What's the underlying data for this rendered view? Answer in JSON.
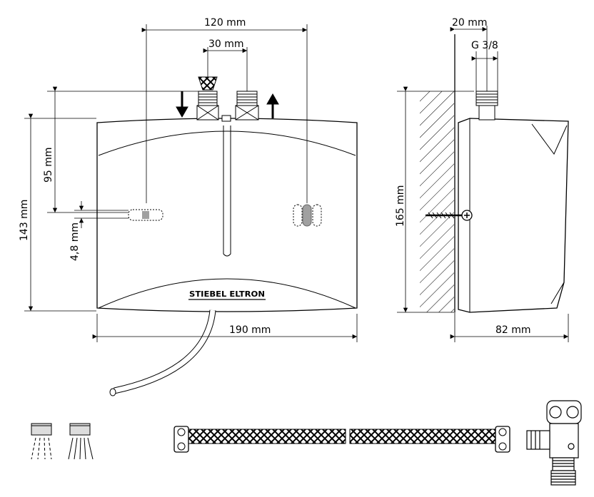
{
  "dimensions": {
    "width_120": "120 mm",
    "width_30": "30 mm",
    "height_95": "95 mm",
    "height_143": "143 mm",
    "offset_4_8": "4,8 mm",
    "width_190": "190 mm",
    "depth_20": "20 mm",
    "thread": "G 3/8",
    "height_165": "165 mm",
    "depth_82": "82 mm"
  },
  "brand": {
    "logo_text": "STIEBEL ELTRON"
  },
  "colors": {
    "line": "#000000",
    "body_fill": "#ffffff",
    "indicator": "#a0a0a0"
  },
  "icons": {
    "inlet_arrow": "arrow-down-icon",
    "outlet_arrow": "arrow-up-icon",
    "spray_economy": "shower-spray-narrow-icon",
    "spray_wide": "shower-spray-wide-icon",
    "screw": "screw-icon"
  }
}
